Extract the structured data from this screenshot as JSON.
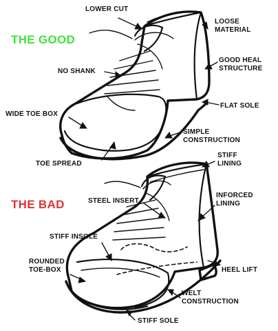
{
  "headings": {
    "good": "THE GOOD",
    "bad": "THE BAD",
    "good_color": "#3fe33f",
    "bad_color": "#e03232"
  },
  "good_labels": {
    "lower_cut": "LOWER CUT",
    "loose_material": [
      "LOOSE",
      "MATERIAL"
    ],
    "good_heal_structure": [
      "GOOD HEAL",
      "STRUCTURE"
    ],
    "no_shank": "NO SHANK",
    "flat_sole": "FLAT SOLE",
    "wide_toe_box": "WIDE TOE BOX",
    "simple_construction": [
      "SIMPLE",
      "CONSTRUCTION"
    ],
    "toe_spread": "TOE SPREAD"
  },
  "bad_labels": {
    "stiff_lining": [
      "STIFF",
      "LINING"
    ],
    "steel_insert": "STEEL INSERT",
    "inforced_lining": [
      "INFORCED",
      "LINING"
    ],
    "stiff_insole": "STIFF INSOLE",
    "rounded_toe_box": [
      "ROUNDED",
      "TOE-BOX"
    ],
    "heel_lift": "HEEL LIFT",
    "welt_construction": [
      "WELT",
      "CONSTRUCTION"
    ],
    "stiff_sole": "STIFF SOLE"
  }
}
